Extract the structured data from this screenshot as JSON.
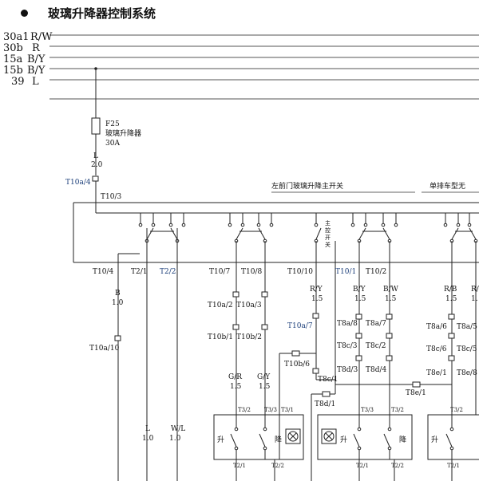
{
  "title": "玻璃升降器控制系统",
  "bus_lines": [
    {
      "terminal": "30a1",
      "color": "R/W"
    },
    {
      "terminal": "30b",
      "color": "R"
    },
    {
      "terminal": "15a",
      "color": "B/Y"
    },
    {
      "terminal": "15b",
      "color": "B/Y"
    },
    {
      "terminal": "39",
      "color": "L"
    }
  ],
  "fuse": {
    "id": "F25",
    "name": "玻璃升降器",
    "rating": "30A"
  },
  "feed_wire": {
    "color": "L",
    "gauge": "2.0"
  },
  "connectors": {
    "t10a4": "T10a/4",
    "t103": "T10/3",
    "t104": "T10/4",
    "t21": "T2/1",
    "t22": "T2/2",
    "t107": "T10/7",
    "t108": "T10/8",
    "t1010": "T10/10",
    "t101": "T10/1",
    "t102": "T10/2",
    "t10a10": "T10a/10",
    "t10a2": "T10a/2",
    "t10a3": "T10a/3",
    "t10b1": "T10b/1",
    "t10b2": "T10b/2",
    "t10a7": "T10a/7",
    "t10b6": "T10b/6",
    "t8c1": "T8c/1",
    "t8d1": "T8d/1",
    "t8a8": "T8a/8",
    "t8a7": "T8a/7",
    "t8c3": "T8c/3",
    "t8c2": "T8c/2",
    "t8d3": "T8d/3",
    "t8d4": "T8d/4",
    "t8e1": "T8e/1",
    "t8a6": "T8a/6",
    "t8a5": "T8a/5",
    "t8c6": "T8c/6",
    "t8c5": "T8c/5",
    "t8e1b": "T8e/1",
    "t8e8": "T8e/8",
    "t32": "T3/2",
    "t33": "T3/3",
    "t31": "T3/1",
    "t33b": "T3/3",
    "t32b": "T3/2",
    "t32c": "T3/2",
    "t21b": "T2/1",
    "t22b": "T2/2",
    "t21c": "T2/1",
    "t22c": "T2/2",
    "t21d": "T2/1"
  },
  "switch_labels": {
    "main": "左前门玻璃升降主开关",
    "single_row": "单排车型无",
    "main_switch_vertical": "主控开关"
  },
  "wires": {
    "b_color": "B",
    "b_gauge": "1.0",
    "ry_color": "R/Y",
    "ry_gauge": "1.5",
    "by_color": "B/Y",
    "by_gauge": "1.5",
    "bw_color": "B/W",
    "bw_gauge": "1.5",
    "rb_color": "R/B",
    "rb_gauge": "1.5",
    "gr_color": "G/R",
    "gr_gauge": "1.5",
    "gy_color": "G/Y",
    "gy_gauge": "1.5",
    "l_color": "L",
    "l_gauge": "1.0",
    "wl_color": "W/L",
    "wl_gauge": "1.0",
    "edge_r": "R/",
    "edge_1": "1."
  },
  "motor_labels": {
    "up": "升",
    "down": "降"
  }
}
